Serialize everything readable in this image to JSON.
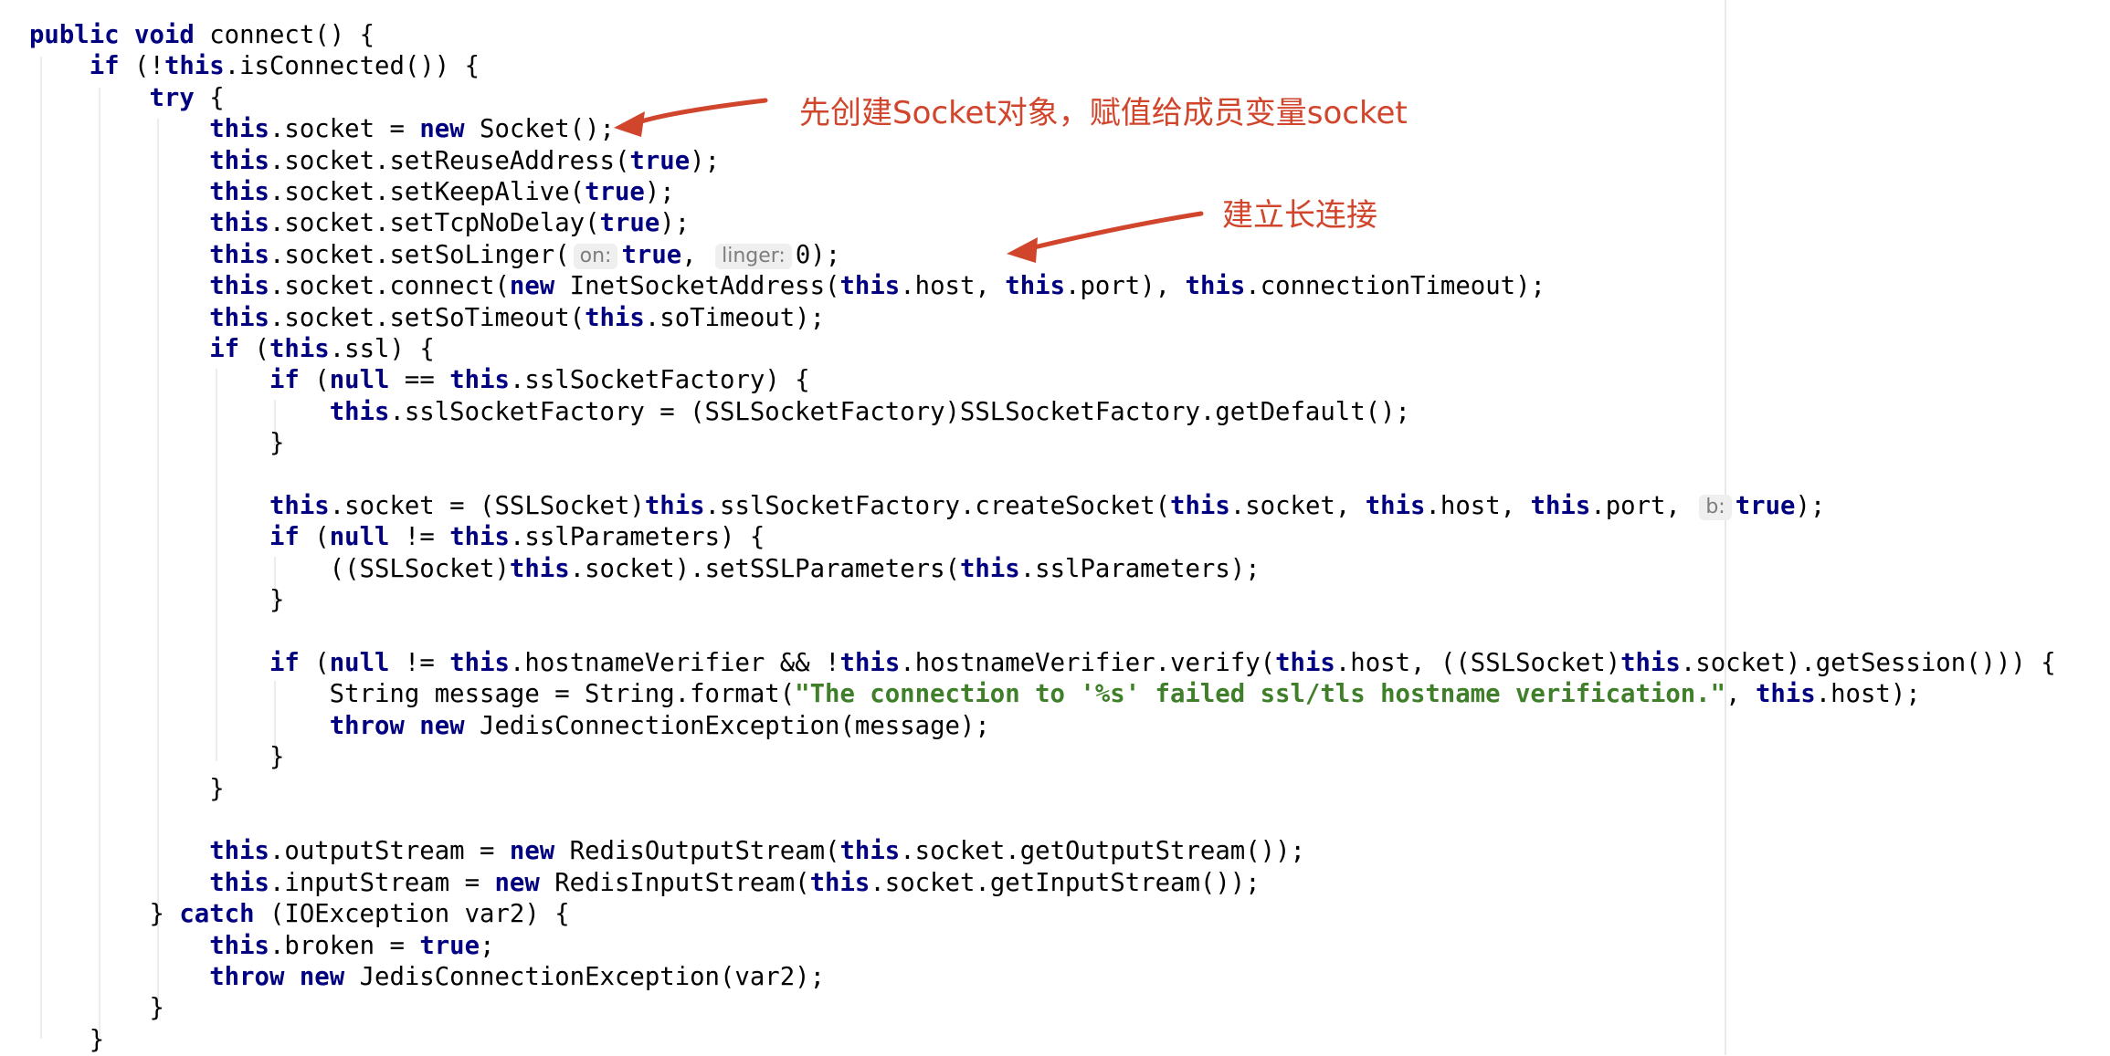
{
  "code": {
    "lines": [
      [
        {
          "t": "public",
          "k": "kw"
        },
        {
          "t": " "
        },
        {
          "t": "void",
          "k": "kw"
        },
        {
          "t": " connect() {"
        }
      ],
      [
        {
          "t": "    "
        },
        {
          "t": "if",
          "k": "kw"
        },
        {
          "t": " (!"
        },
        {
          "t": "this",
          "k": "kw"
        },
        {
          "t": ".isConnected()) {"
        }
      ],
      [
        {
          "t": "        "
        },
        {
          "t": "try",
          "k": "kw"
        },
        {
          "t": " {"
        }
      ],
      [
        {
          "t": "            "
        },
        {
          "t": "this",
          "k": "kw"
        },
        {
          "t": ".socket = "
        },
        {
          "t": "new",
          "k": "kw"
        },
        {
          "t": " Socket();"
        }
      ],
      [
        {
          "t": "            "
        },
        {
          "t": "this",
          "k": "kw"
        },
        {
          "t": ".socket.setReuseAddress("
        },
        {
          "t": "true",
          "k": "kw"
        },
        {
          "t": ");"
        }
      ],
      [
        {
          "t": "            "
        },
        {
          "t": "this",
          "k": "kw"
        },
        {
          "t": ".socket.setKeepAlive("
        },
        {
          "t": "true",
          "k": "kw"
        },
        {
          "t": ");"
        }
      ],
      [
        {
          "t": "            "
        },
        {
          "t": "this",
          "k": "kw"
        },
        {
          "t": ".socket.setTcpNoDelay("
        },
        {
          "t": "true",
          "k": "kw"
        },
        {
          "t": ");"
        }
      ],
      [
        {
          "t": "            "
        },
        {
          "t": "this",
          "k": "kw"
        },
        {
          "t": ".socket.setSoLinger("
        },
        {
          "t": "on:",
          "k": "hint"
        },
        {
          "t": "true",
          "k": "kw"
        },
        {
          "t": ", "
        },
        {
          "t": "linger:",
          "k": "hint"
        },
        {
          "t": "0"
        },
        {
          "t": ");"
        }
      ],
      [
        {
          "t": "            "
        },
        {
          "t": "this",
          "k": "kw"
        },
        {
          "t": ".socket.connect("
        },
        {
          "t": "new",
          "k": "kw"
        },
        {
          "t": " InetSocketAddress("
        },
        {
          "t": "this",
          "k": "kw"
        },
        {
          "t": ".host, "
        },
        {
          "t": "this",
          "k": "kw"
        },
        {
          "t": ".port), "
        },
        {
          "t": "this",
          "k": "kw"
        },
        {
          "t": ".connectionTimeout);"
        }
      ],
      [
        {
          "t": "            "
        },
        {
          "t": "this",
          "k": "kw"
        },
        {
          "t": ".socket.setSoTimeout("
        },
        {
          "t": "this",
          "k": "kw"
        },
        {
          "t": ".soTimeout);"
        }
      ],
      [
        {
          "t": "            "
        },
        {
          "t": "if",
          "k": "kw"
        },
        {
          "t": " ("
        },
        {
          "t": "this",
          "k": "kw"
        },
        {
          "t": ".ssl) {"
        }
      ],
      [
        {
          "t": "                "
        },
        {
          "t": "if",
          "k": "kw"
        },
        {
          "t": " ("
        },
        {
          "t": "null",
          "k": "kw"
        },
        {
          "t": " == "
        },
        {
          "t": "this",
          "k": "kw"
        },
        {
          "t": ".sslSocketFactory) {"
        }
      ],
      [
        {
          "t": "                    "
        },
        {
          "t": "this",
          "k": "kw"
        },
        {
          "t": ".sslSocketFactory = (SSLSocketFactory)SSLSocketFactory.getDefault();"
        }
      ],
      [
        {
          "t": "                }"
        }
      ],
      [],
      [
        {
          "t": "                "
        },
        {
          "t": "this",
          "k": "kw"
        },
        {
          "t": ".socket = (SSLSocket)"
        },
        {
          "t": "this",
          "k": "kw"
        },
        {
          "t": ".sslSocketFactory.createSocket("
        },
        {
          "t": "this",
          "k": "kw"
        },
        {
          "t": ".socket, "
        },
        {
          "t": "this",
          "k": "kw"
        },
        {
          "t": ".host, "
        },
        {
          "t": "this",
          "k": "kw"
        },
        {
          "t": ".port, "
        },
        {
          "t": "b:",
          "k": "hint"
        },
        {
          "t": "true",
          "k": "kw"
        },
        {
          "t": ");"
        }
      ],
      [
        {
          "t": "                "
        },
        {
          "t": "if",
          "k": "kw"
        },
        {
          "t": " ("
        },
        {
          "t": "null",
          "k": "kw"
        },
        {
          "t": " != "
        },
        {
          "t": "this",
          "k": "kw"
        },
        {
          "t": ".sslParameters) {"
        }
      ],
      [
        {
          "t": "                    ((SSLSocket)"
        },
        {
          "t": "this",
          "k": "kw"
        },
        {
          "t": ".socket).setSSLParameters("
        },
        {
          "t": "this",
          "k": "kw"
        },
        {
          "t": ".sslParameters);"
        }
      ],
      [
        {
          "t": "                }"
        }
      ],
      [],
      [
        {
          "t": "                "
        },
        {
          "t": "if",
          "k": "kw"
        },
        {
          "t": " ("
        },
        {
          "t": "null",
          "k": "kw"
        },
        {
          "t": " != "
        },
        {
          "t": "this",
          "k": "kw"
        },
        {
          "t": ".hostnameVerifier && !"
        },
        {
          "t": "this",
          "k": "kw"
        },
        {
          "t": ".hostnameVerifier.verify("
        },
        {
          "t": "this",
          "k": "kw"
        },
        {
          "t": ".host, ((SSLSocket)"
        },
        {
          "t": "this",
          "k": "kw"
        },
        {
          "t": ".socket).getSession())) {"
        }
      ],
      [
        {
          "t": "                    String message = String.format("
        },
        {
          "t": "\"The connection to '%s' failed ssl/tls hostname verification.\"",
          "k": "str"
        },
        {
          "t": ", "
        },
        {
          "t": "this",
          "k": "kw"
        },
        {
          "t": ".host);"
        }
      ],
      [
        {
          "t": "                    "
        },
        {
          "t": "throw",
          "k": "kw"
        },
        {
          "t": " "
        },
        {
          "t": "new",
          "k": "kw"
        },
        {
          "t": " JedisConnectionException(message);"
        }
      ],
      [
        {
          "t": "                }"
        }
      ],
      [
        {
          "t": "            }"
        }
      ],
      [],
      [
        {
          "t": "            "
        },
        {
          "t": "this",
          "k": "kw"
        },
        {
          "t": ".outputStream = "
        },
        {
          "t": "new",
          "k": "kw"
        },
        {
          "t": " RedisOutputStream("
        },
        {
          "t": "this",
          "k": "kw"
        },
        {
          "t": ".socket.getOutputStream());"
        }
      ],
      [
        {
          "t": "            "
        },
        {
          "t": "this",
          "k": "kw"
        },
        {
          "t": ".inputStream = "
        },
        {
          "t": "new",
          "k": "kw"
        },
        {
          "t": " RedisInputStream("
        },
        {
          "t": "this",
          "k": "kw"
        },
        {
          "t": ".socket.getInputStream());"
        }
      ],
      [
        {
          "t": "        } "
        },
        {
          "t": "catch",
          "k": "kw"
        },
        {
          "t": " (IOException var2) {"
        }
      ],
      [
        {
          "t": "            "
        },
        {
          "t": "this",
          "k": "kw"
        },
        {
          "t": ".broken = "
        },
        {
          "t": "true",
          "k": "kw"
        },
        {
          "t": ";"
        }
      ],
      [
        {
          "t": "            "
        },
        {
          "t": "throw",
          "k": "kw"
        },
        {
          "t": " "
        },
        {
          "t": "new",
          "k": "kw"
        },
        {
          "t": " JedisConnectionException(var2);"
        }
      ],
      [
        {
          "t": "        }"
        }
      ],
      [
        {
          "t": "    }"
        }
      ]
    ]
  },
  "annotations": {
    "socket_create": "先创建Socket对象，赋值给成员变量socket",
    "long_connection": "建立长连接"
  },
  "colors": {
    "keyword": "#000080",
    "string": "#3f7f2a",
    "annotation": "#d0452b",
    "hint_bg": "#efefef"
  }
}
